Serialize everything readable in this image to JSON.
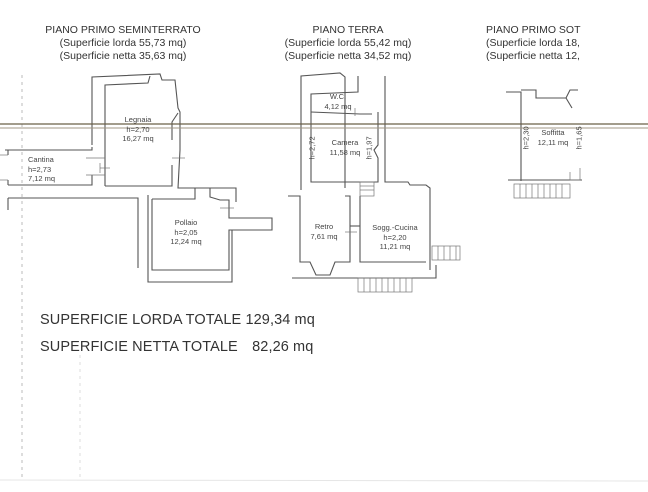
{
  "floors": [
    {
      "name": "PIANO PRIMO SEMINTERRATO",
      "lorda": "(Superficie lorda 55,73 mq)",
      "netta": "(Superficie netta 35,63 mq)",
      "rooms": [
        {
          "name": "Legnaia",
          "height": "h=2,70",
          "area": "16,27 mq"
        },
        {
          "name": "Cantina",
          "height": "h=2,73",
          "area": "7,12 mq"
        },
        {
          "name": "Pollaio",
          "height": "h=2,05",
          "area": "12,24 mq"
        }
      ]
    },
    {
      "name": "PIANO TERRA",
      "lorda": "(Superficie lorda 55,42 mq)",
      "netta": "(Superficie netta 34,52 mq)",
      "rooms": [
        {
          "name": "W.C.",
          "area": "4,12 mq"
        },
        {
          "name": "Camera",
          "area": "11,58 mq",
          "height_left": "h=2,72",
          "height_right": "h=1,97"
        },
        {
          "name": "Retro",
          "area": "7,61 mq"
        },
        {
          "name": "Sogg.-Cucina",
          "height": "h=2,20",
          "area": "11,21 mq"
        }
      ]
    },
    {
      "name": "PIANO PRIMO SOT",
      "lorda": "(Superficie lorda 18,",
      "netta": "(Superficie netta 12,",
      "rooms": [
        {
          "name": "Soffitta",
          "area": "12,11 mq",
          "height_left": "h=2,30",
          "height_right": "h=1,65"
        }
      ]
    }
  ],
  "totals": {
    "lorda_label": "SUPERFICIE LORDA TOTALE",
    "lorda_value": "129,34 mq",
    "netta_label": "SUPERFICIE NETTA TOTALE",
    "netta_value": "82,26 mq"
  },
  "colors": {
    "line_dark": "#555555",
    "section_line": "#6b6048"
  }
}
